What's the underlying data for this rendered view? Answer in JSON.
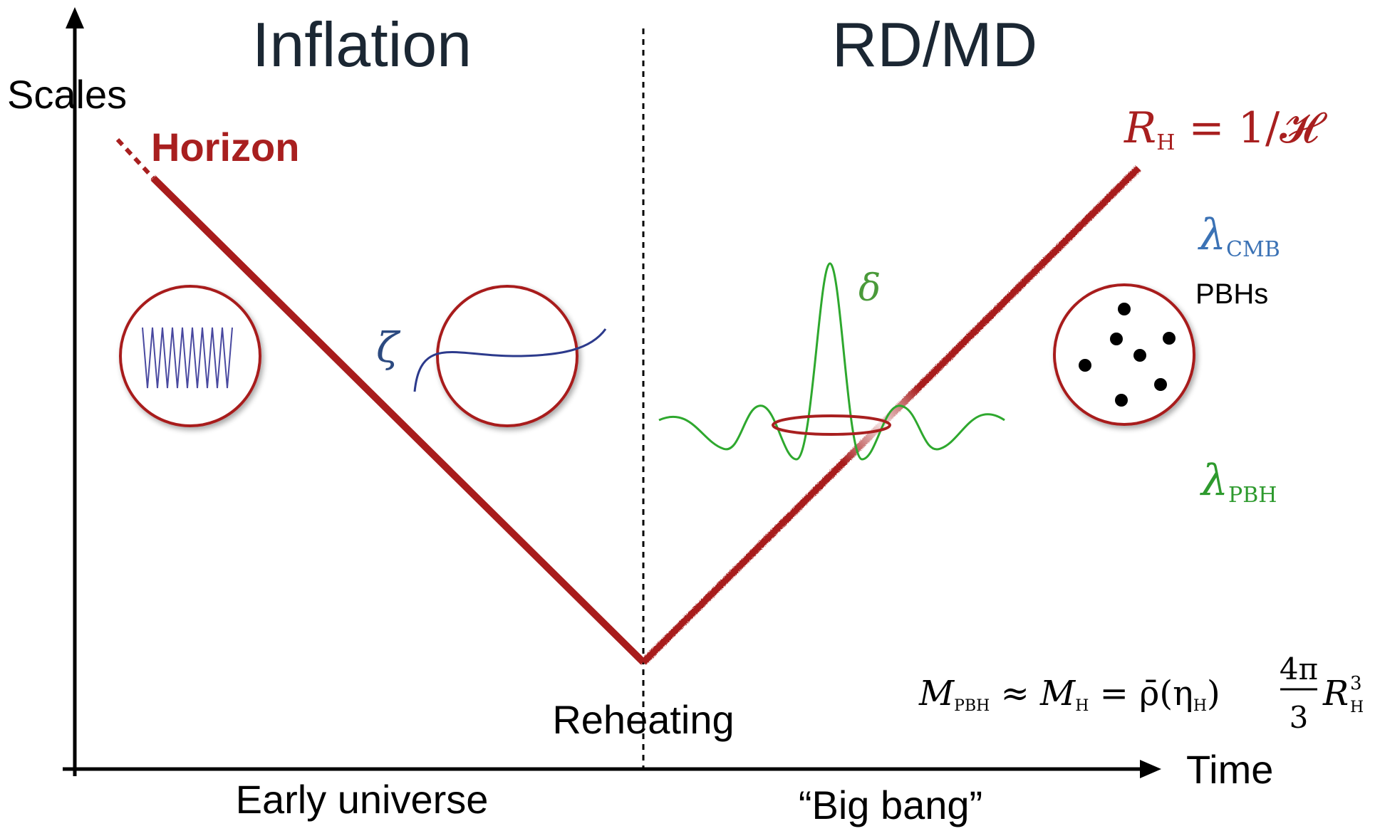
{
  "colors": {
    "horizon": "#a81f1f",
    "cmb": "#3b72b5",
    "pbh": "#2e9a2e",
    "curve_green": "#2ea82e",
    "zeta": "#3a4b8f",
    "axis": "#000000",
    "title": "#1b2733"
  },
  "labels": {
    "phase_left": "Inflation",
    "phase_right": "RD/MD",
    "y_axis": "Scales",
    "x_axis": "Time",
    "horizon": "Horizon",
    "reheating": "Reheating",
    "early_universe": "Early universe",
    "big_bang": "“Big bang”",
    "pbhs": "PBHs"
  },
  "math": {
    "rh_lhs": "R",
    "rh_sub": "H",
    "rh_rhs": " = 1/𝓗",
    "lambda": "λ",
    "cmb_sub": "CMB",
    "pbh_sub": "PBH",
    "zeta": "ζ",
    "delta": "δ",
    "mass_m": "M",
    "mass_pbh_sub": "PBH",
    "mass_approx": " ≈ ",
    "mass_mh": "M",
    "mass_h_sub": "H",
    "mass_eq": " = ρ̄(η",
    "mass_eta_sub": "H",
    "mass_close": ")",
    "mass_frac_num": "4π",
    "mass_frac_den": "3",
    "mass_r": "R",
    "mass_r_sup": "3",
    "mass_r_sub": "H"
  },
  "icons": [
    "oscillating-wave-icon",
    "smooth-wave-icon",
    "black-holes-icon"
  ]
}
